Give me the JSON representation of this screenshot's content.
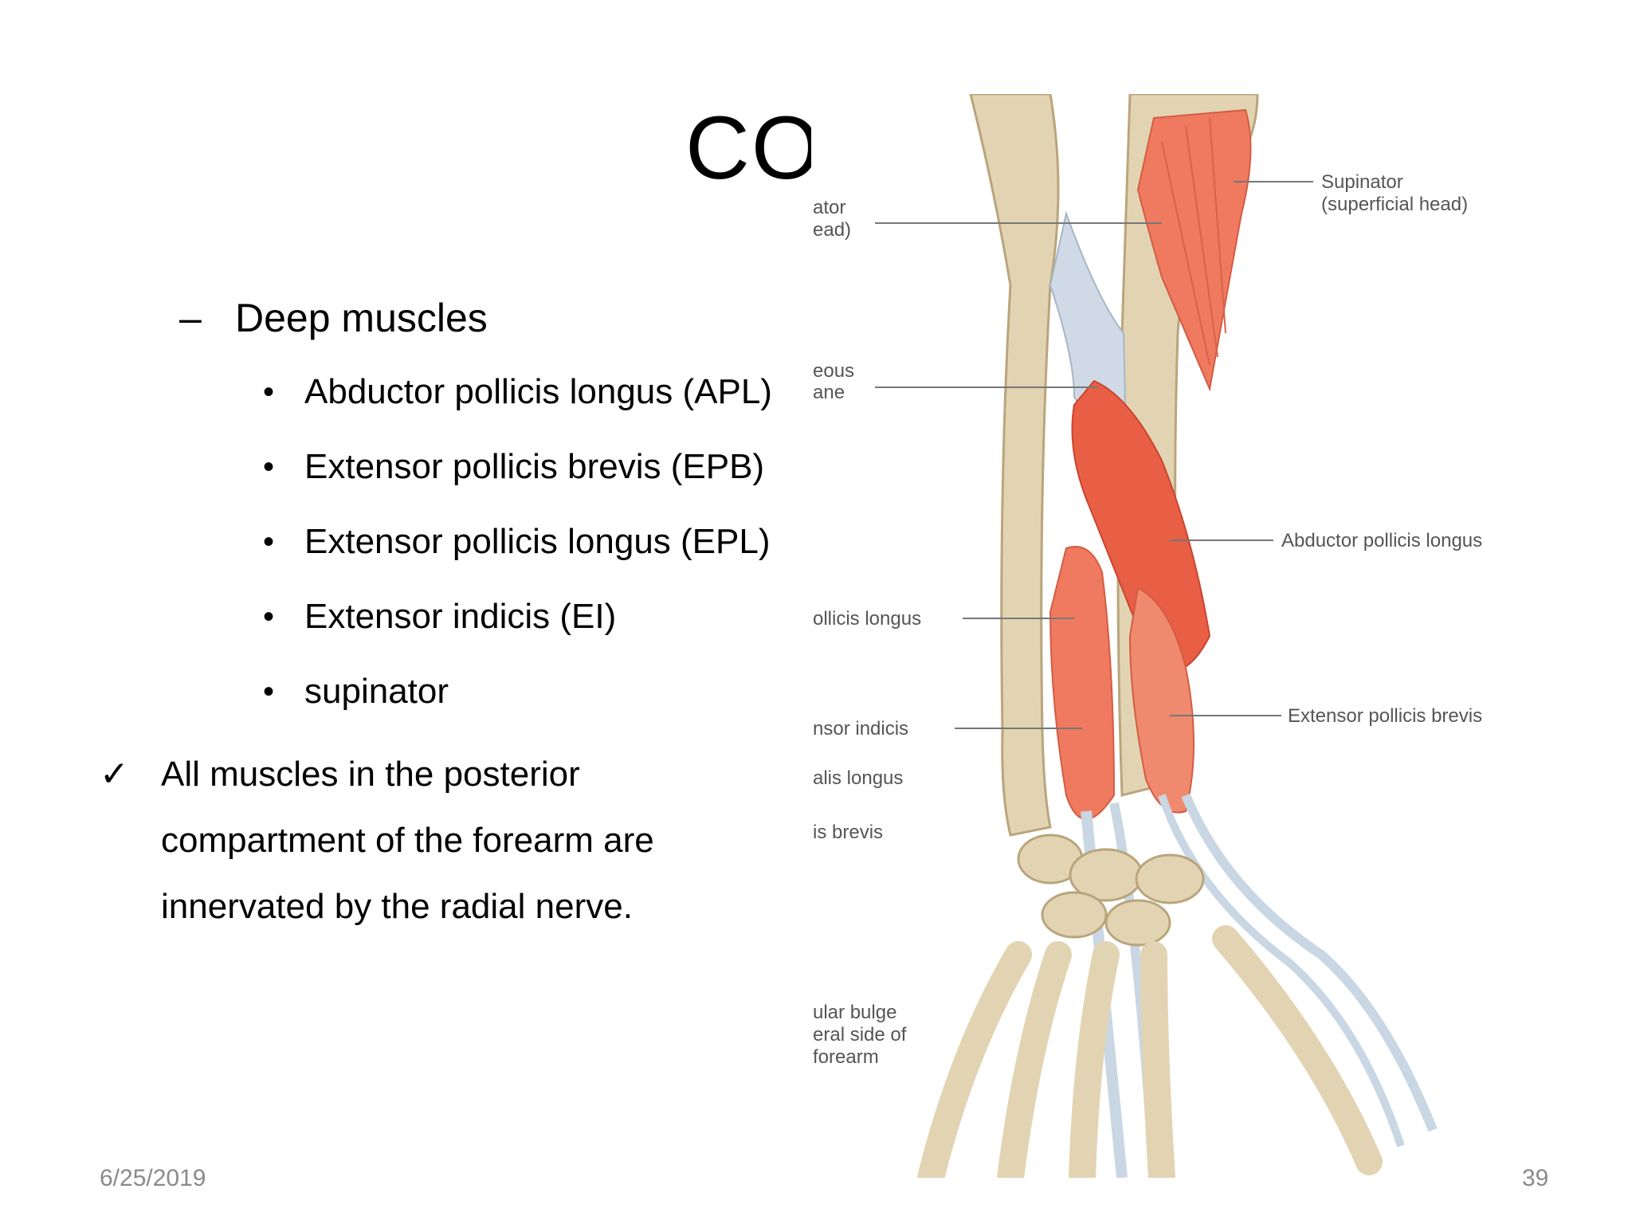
{
  "slide": {
    "title": "CO",
    "level2_prefix": "–",
    "level2_text": "Deep muscles",
    "bullet_glyph": "•",
    "bullets": [
      "Abductor pollicis longus (APL)",
      "Extensor pollicis brevis (EPB)",
      "Extensor pollicis longus (EPL)",
      "Extensor indicis (EI)",
      "supinator"
    ],
    "check_glyph": "✓",
    "check_text": "All muscles in the posterior compartment of the forearm are innervated by the radial nerve.",
    "footer_date": "6/25/2019",
    "footer_page": "39"
  },
  "figure": {
    "labels_left": [
      "ator",
      "ead)",
      "eous",
      "ane",
      "ollicis longus",
      "nsor indicis",
      "alis longus",
      "is brevis",
      "ular bulge",
      "eral side of",
      "forearm"
    ],
    "labels_right": [
      "Supinator",
      "(superficial head)",
      "Abductor pollicis longus",
      "Extensor pollicis brevis"
    ],
    "colors": {
      "bone": "#e2d4b3",
      "bone_shade": "#c9b88f",
      "muscle": "#ef7a5f",
      "muscle_dark": "#e0543d",
      "tendon": "#c9d6e3",
      "leader": "#777777"
    }
  }
}
